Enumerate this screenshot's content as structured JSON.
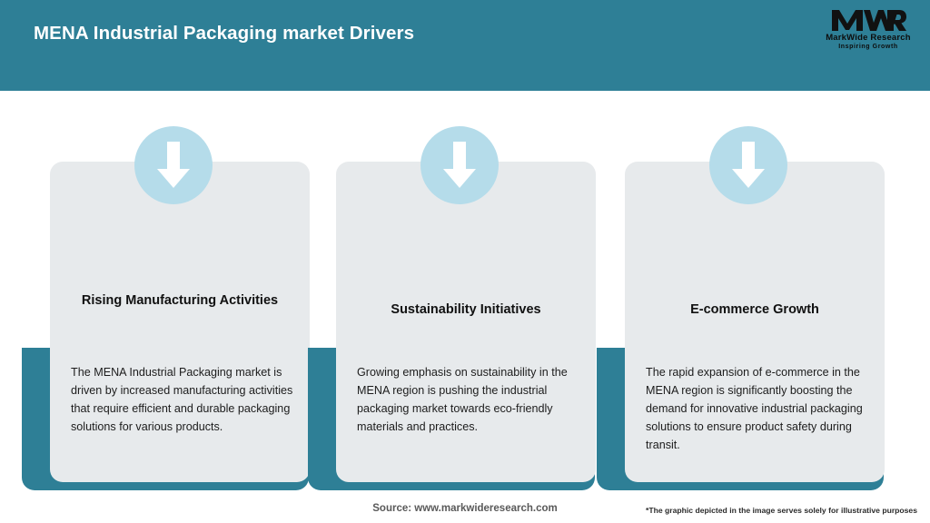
{
  "header": {
    "title": "MENA Industrial Packaging market Drivers",
    "bg_color": "#2e7f96",
    "text_color": "#ffffff"
  },
  "logo": {
    "mark": "MWR",
    "name": "MarkWide Research",
    "tagline": "Inspiring Growth"
  },
  "theme": {
    "accent": "#2e7f96",
    "card_bg": "#e7eaec",
    "badge_bg": "#b5dcea",
    "page_bg": "#ffffff"
  },
  "cards": [
    {
      "icon": "arrow-down-icon",
      "title": "Rising Manufacturing Activities",
      "body": "The MENA Industrial Packaging market is driven by increased manufacturing activities that require efficient and durable packaging solutions for various products."
    },
    {
      "icon": "arrow-down-icon",
      "title": "Sustainability Initiatives",
      "body": "Growing emphasis on sustainability in the MENA region is pushing the industrial packaging market towards eco-friendly materials and practices."
    },
    {
      "icon": "arrow-down-icon",
      "title": "E-commerce Growth",
      "body": "The rapid expansion of e-commerce in the MENA region is significantly boosting the demand for innovative industrial packaging solutions to ensure product safety during transit."
    }
  ],
  "footer": {
    "source": "Source: www.markwideresearch.com",
    "disclaimer": "*The graphic depicted in the image serves solely for illustrative purposes"
  }
}
